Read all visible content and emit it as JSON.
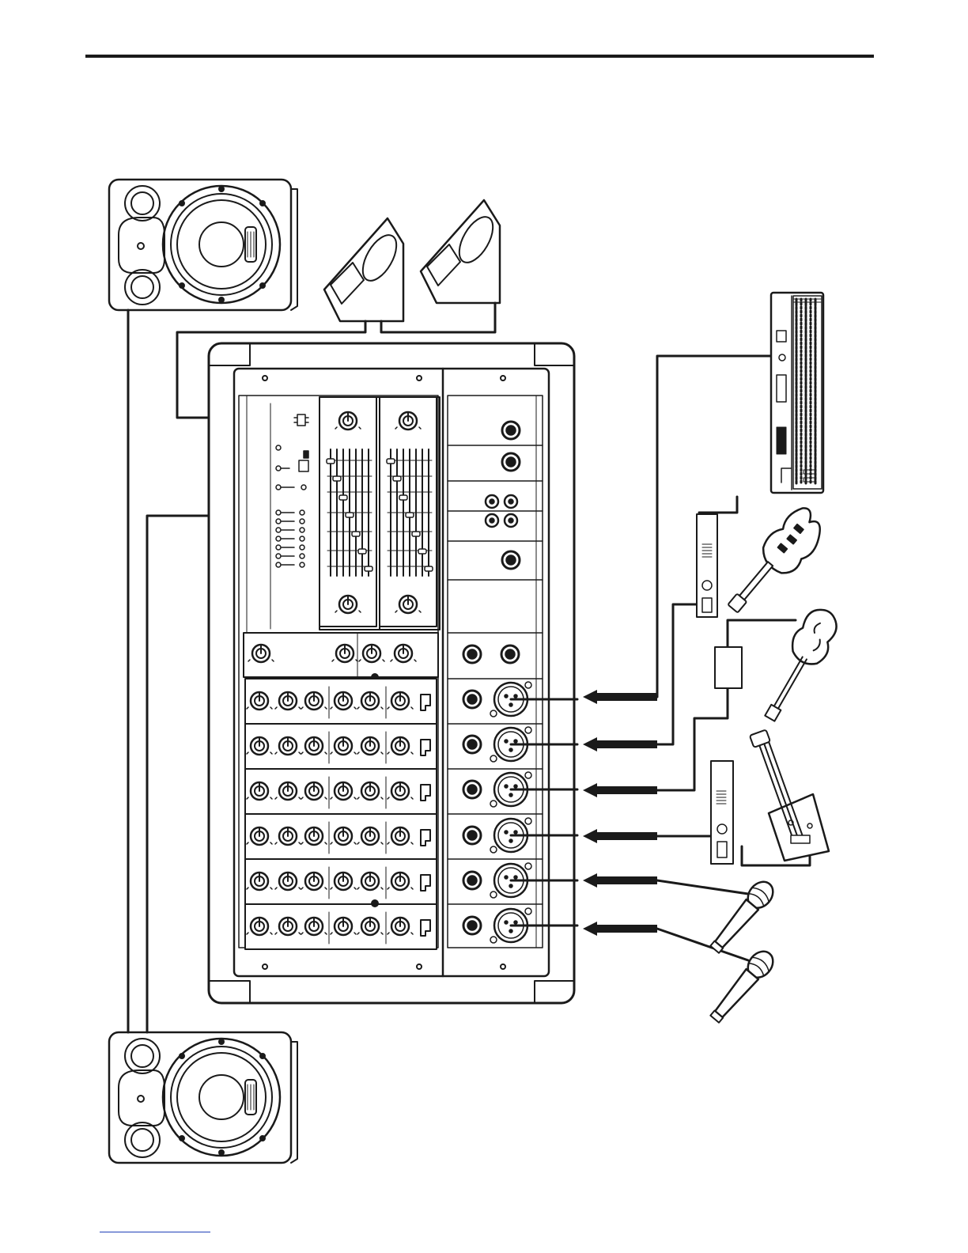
{
  "diagram": {
    "kind": "powered mixer hookup diagram",
    "devices": {
      "main_speakers": [
        "main-speaker-left",
        "main-speaker-right"
      ],
      "monitors": [
        "stage-monitor-1",
        "stage-monitor-2"
      ],
      "sources": [
        "keyboard",
        "electric-guitar",
        "acoustic-guitar",
        "steel-guitar",
        "microphone-1",
        "microphone-2"
      ],
      "processors": [
        "guitar-effect-unit",
        "di-box",
        "steel-effect-unit"
      ]
    },
    "mixer": {
      "input_channels": 6,
      "graphic_eq_sections": 2,
      "eq_bands": 7
    }
  },
  "colors": {
    "line": "#1a1a1a",
    "background": "#ffffff",
    "link": "#1f3fb8"
  },
  "icons": [
    "speaker-icon",
    "monitor-wedge-icon",
    "keyboard-icon",
    "guitar-icon",
    "microphone-icon",
    "xlr-jack-icon",
    "arrow-icon"
  ]
}
